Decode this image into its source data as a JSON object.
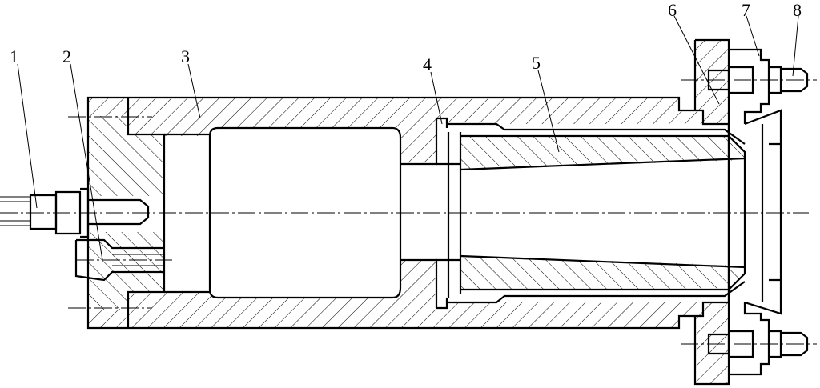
{
  "drawing": {
    "part_labels": [
      "1",
      "2",
      "3",
      "4",
      "5",
      "6",
      "7",
      "8"
    ]
  },
  "colors": {
    "line": "#000000",
    "background": "#ffffff"
  }
}
